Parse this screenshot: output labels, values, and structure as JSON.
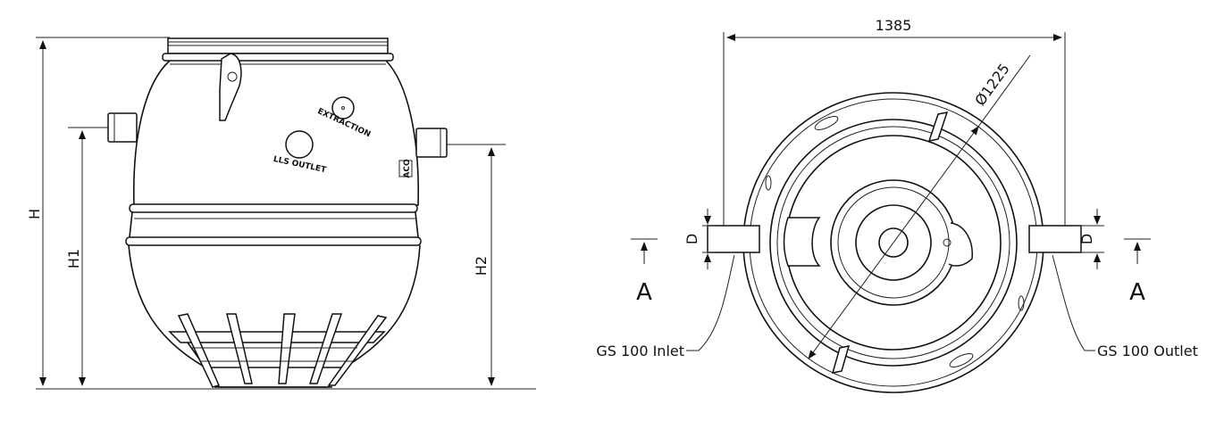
{
  "side_view": {
    "dim_H": "H",
    "dim_H1": "H1",
    "dim_H2": "H2",
    "label_outlet": "LLS OUTLET",
    "label_extraction": "EXTRACTION",
    "logo": "ACO"
  },
  "top_view": {
    "width_dim": "1385",
    "diameter_dim": "Ø1225",
    "dim_D_left": "D",
    "dim_D_right": "D",
    "section_left": "A",
    "section_right": "A",
    "inlet_label": "GS 100 Inlet",
    "outlet_label": "GS 100 Outlet"
  }
}
